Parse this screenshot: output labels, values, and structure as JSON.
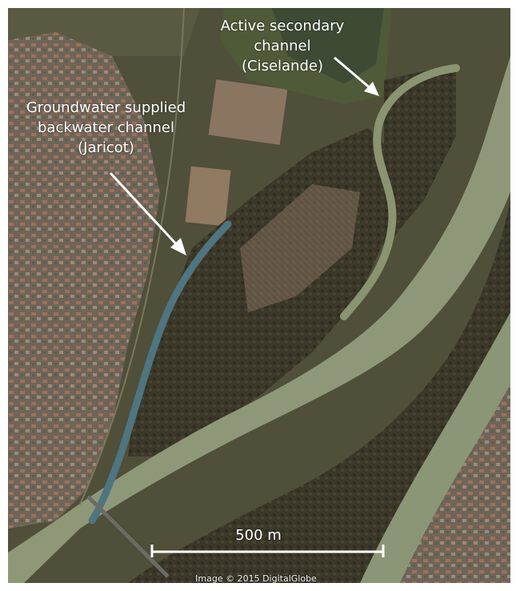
{
  "labels": {
    "secondary_channel": [
      "Active secondary",
      "channel",
      "(Ciselande)"
    ],
    "backwater_channel": [
      "Groundwater supplied",
      "backwater channel",
      "(Jaricot)"
    ]
  },
  "scale_bar": {
    "label": "500 m"
  },
  "credit": "Image © 2015 DigitalGlobe",
  "colors": {
    "river": "#8f9a7c",
    "forest": "#3d3a2c",
    "urban": "#7a6a5a",
    "fields": "#5b5c3e",
    "backwater": "#4e7580",
    "annotation": "#ffffff"
  }
}
